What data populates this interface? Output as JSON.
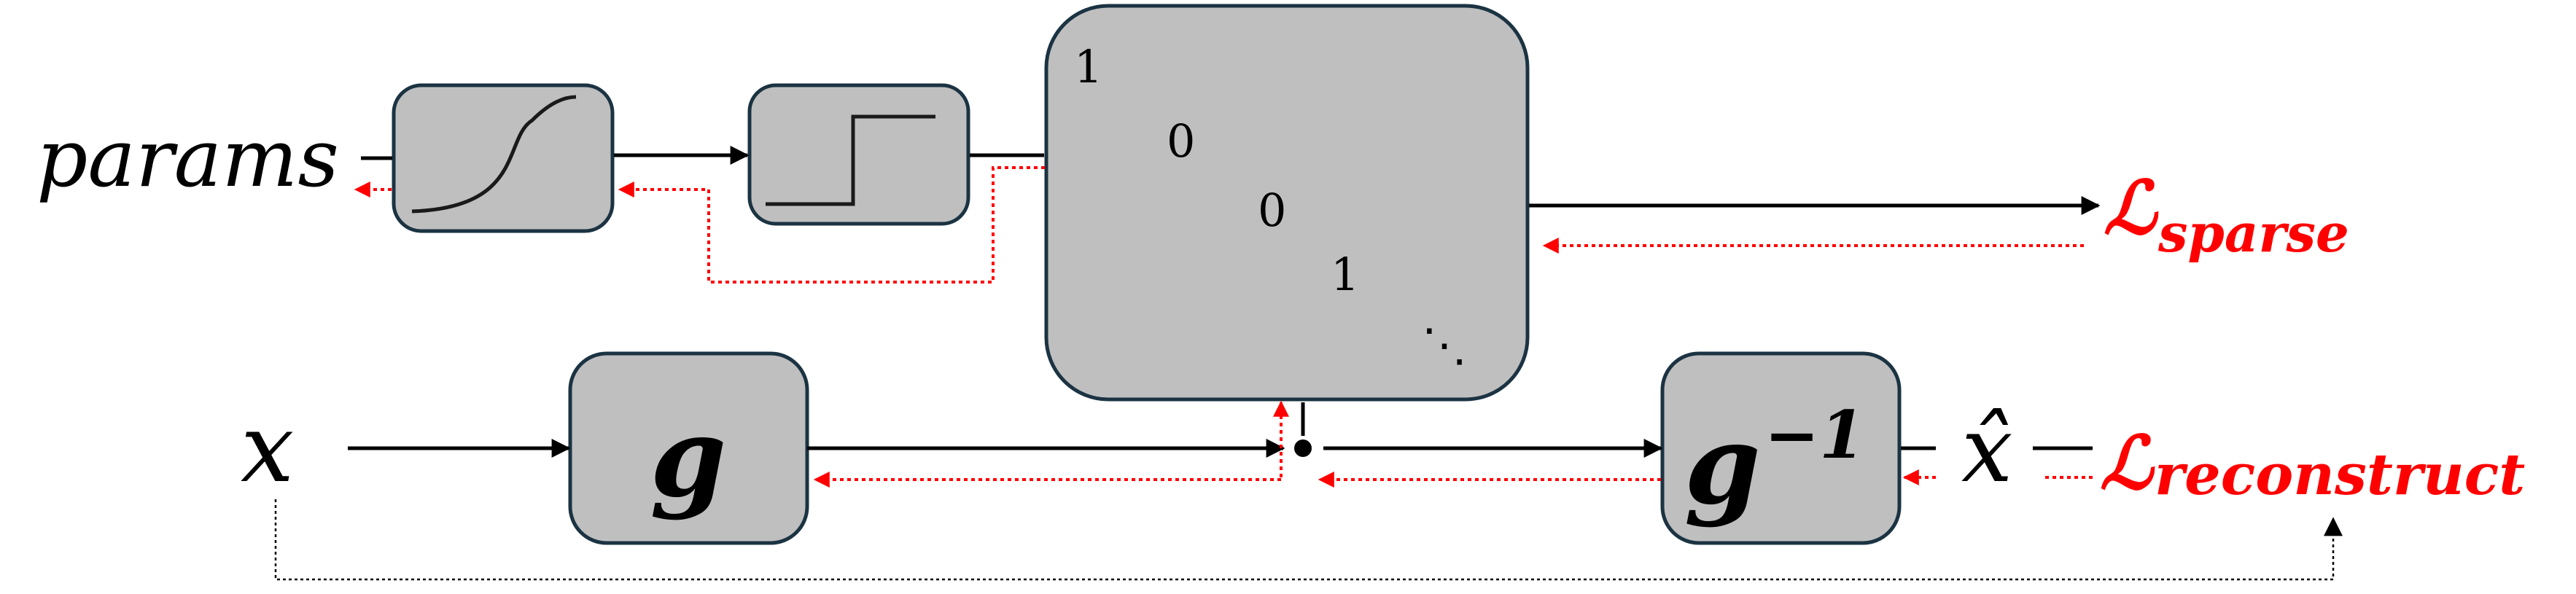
{
  "inputs": {
    "params": "params",
    "x": "x",
    "x_hat": "x̂"
  },
  "blocks": {
    "encoder": {
      "label": "g"
    },
    "decoder": {
      "label": "g",
      "exponent": "−1"
    }
  },
  "mask_matrix": {
    "entries": [
      "1",
      "0",
      "0",
      "1"
    ],
    "ellipsis": "⋱"
  },
  "losses": {
    "sparse": {
      "symbol": "ℒ",
      "subscript": "sparse"
    },
    "reconstruct": {
      "symbol": "ℒ",
      "subscript": "reconstruct"
    }
  },
  "colors": {
    "box_fill": "#bfbfbf",
    "box_stroke": "#1b3342",
    "forward": "#000000",
    "gradient": "#ff0000"
  }
}
